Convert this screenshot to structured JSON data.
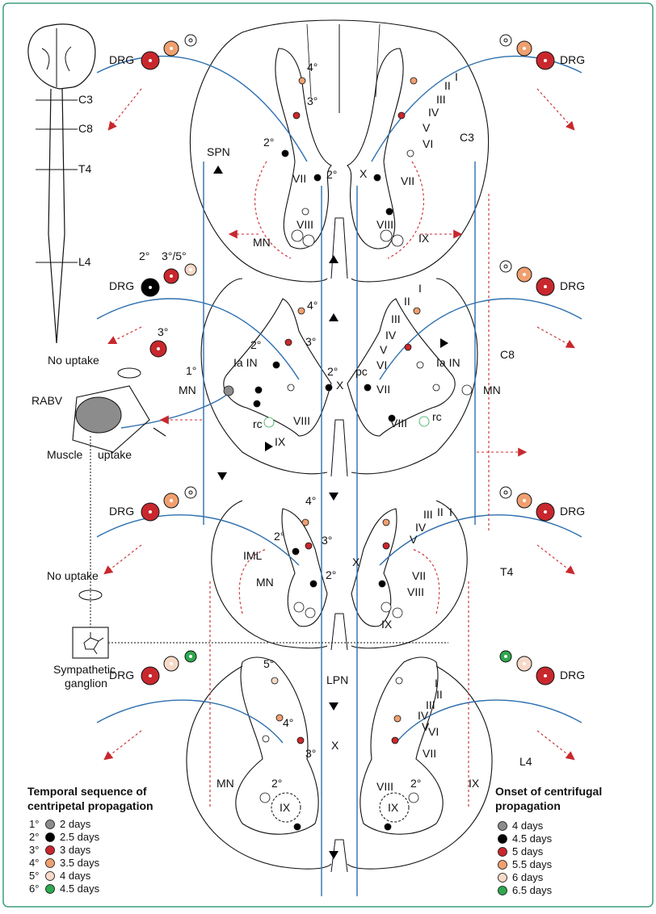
{
  "colors": {
    "border": "#3a9e7e",
    "pathway_blue": "#2e6fae",
    "dotted_red": "#c8282d",
    "green_pathway": "#3a8a3a",
    "day_2": "#8c8c8c",
    "day_2_5": "#000000",
    "day_3": "#c8282d",
    "day_3_5": "#f0a070",
    "day_4": "#f7d9c8",
    "day_4_5": "#2fa84f"
  },
  "levels": {
    "c3": {
      "level_label": "C3",
      "drg_label": "DRG",
      "drg_label_right": "DRG",
      "spn_label": "SPN",
      "mn_label": "MN",
      "order_2": "2°",
      "order_3": "3°",
      "order_4": "4°",
      "order_2_left": "2°",
      "laminae_right": [
        "I",
        "II",
        "III",
        "IV",
        "V",
        "VI"
      ],
      "lamina_vii": "VII",
      "lamina_vii_right": "VII",
      "lamina_viii": "VIII",
      "lamina_viii_right": "VIII",
      "lamina_ix": "IX",
      "lamina_x": "X"
    },
    "c8": {
      "level_label": "C8",
      "drg_label": "DRG",
      "drg_label_right": "DRG",
      "mn_label": "MN",
      "mn_label_right": "MN",
      "order_1": "1°",
      "order_2": "2°",
      "order_2_center": "2°",
      "order_3": "3°",
      "order_4": "4°",
      "order_3_drg": "3°",
      "order_2_top": "2°",
      "order_35_top": "3°/5°",
      "ia_in_left": "Ia IN",
      "ia_in_right": "Ia IN",
      "rc_left": "rc",
      "rc_right": "rc",
      "pc": "pc",
      "laminae_right": [
        "I",
        "II",
        "III",
        "IV",
        "V",
        "VI"
      ],
      "lamina_vii_right": "VII",
      "lamina_viii": "VIII",
      "lamina_viii_right": "VIII",
      "lamina_ix": "IX",
      "lamina_x": "X"
    },
    "t4": {
      "level_label": "T4",
      "drg_label": "DRG",
      "drg_label_right": "DRG",
      "iml_label": "IML",
      "mn_label": "MN",
      "order_2": "2°",
      "order_2_center": "2°",
      "order_3": "3°",
      "order_4": "4°",
      "laminae_right": [
        "III",
        "II",
        "I",
        "IV",
        "V"
      ],
      "lamina_vii": "VII",
      "lamina_viii": "VIII",
      "lamina_ix": "IX",
      "lamina_x": "X"
    },
    "l4": {
      "level_label": "L4",
      "drg_label": "DRG",
      "drg_label_right": "DRG",
      "lpn_label": "LPN",
      "mn_label": "MN",
      "order_2": "2°",
      "order_2_right": "2°",
      "order_3": "3°",
      "order_4": "4°",
      "order_5": "5°",
      "laminae_right": [
        "I",
        "II",
        "III",
        "IV",
        "V",
        "VI"
      ],
      "lamina_vii": "VII",
      "lamina_viii": "VIII",
      "lamina_ix_left": "IX",
      "lamina_ix_right": "IX",
      "lamina_ix_r2": "IX",
      "lamina_x": "X"
    }
  },
  "periphery": {
    "rabv_label": "RABV",
    "muscle_label": "Muscle",
    "uptake_label": "uptake",
    "no_uptake_top": "No uptake",
    "no_uptake_bottom": "No uptake",
    "ganglion_label_1": "Sympathetic",
    "ganglion_label_2": "ganglion"
  },
  "legend_left": {
    "title_1": "Temporal sequence of",
    "title_2": "centripetal propagation",
    "items": [
      {
        "order": "1°",
        "label": "2 days",
        "color": "#8c8c8c"
      },
      {
        "order": "2°",
        "label": "2.5 days",
        "color": "#000000"
      },
      {
        "order": "3°",
        "label": "3 days",
        "color": "#c8282d"
      },
      {
        "order": "4°",
        "label": "3.5 days",
        "color": "#f0a070"
      },
      {
        "order": "5°",
        "label": "4 days",
        "color": "#f7d9c8"
      },
      {
        "order": "6°",
        "label": "4.5 days",
        "color": "#2fa84f"
      }
    ]
  },
  "legend_right": {
    "title_1": "Onset of centrifugal",
    "title_2": "propagation",
    "items": [
      {
        "label": "4 days",
        "color": "#8c8c8c"
      },
      {
        "label": "4.5 days",
        "color": "#000000"
      },
      {
        "label": "5 days",
        "color": "#c8282d"
      },
      {
        "label": "5.5 days",
        "color": "#f0a070"
      },
      {
        "label": "6 days",
        "color": "#f7d9c8"
      },
      {
        "label": "6.5 days",
        "color": "#2fa84f"
      }
    ]
  }
}
